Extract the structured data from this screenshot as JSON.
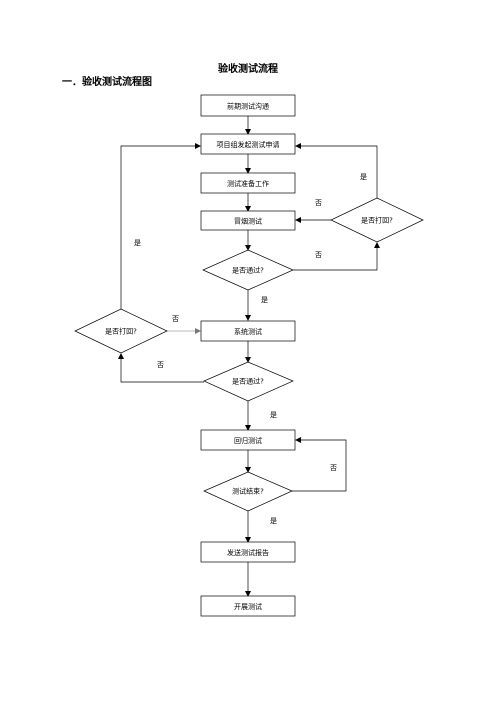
{
  "document": {
    "title": "验收测试流程",
    "section_heading": "一．验收测试流程图"
  },
  "flowchart": {
    "steps": {
      "pre_comm": "前期测试沟通",
      "apply": "项目组发起测试申请",
      "prepare": "测试准备工作",
      "preliminary": "冒烟测试",
      "system": "系统测试",
      "regression": "回归测试",
      "report": "发送测试报告",
      "launch": "开展测试"
    },
    "decisions": {
      "pass1": "是否通过?",
      "reject_right": "是否打回?",
      "reject_left": "是否打回?",
      "pass2": "是否通过?",
      "finish": "测试结束?"
    },
    "labels": {
      "yes_right_return": "是",
      "no_right_to_reject": "否",
      "no_pass1": "否",
      "yes_pass1": "是",
      "yes_left_return": "是",
      "no_left_reject": "否",
      "no_pass2": "否",
      "yes_pass2": "是",
      "no_finish": "否",
      "yes_finish": "是"
    }
  }
}
